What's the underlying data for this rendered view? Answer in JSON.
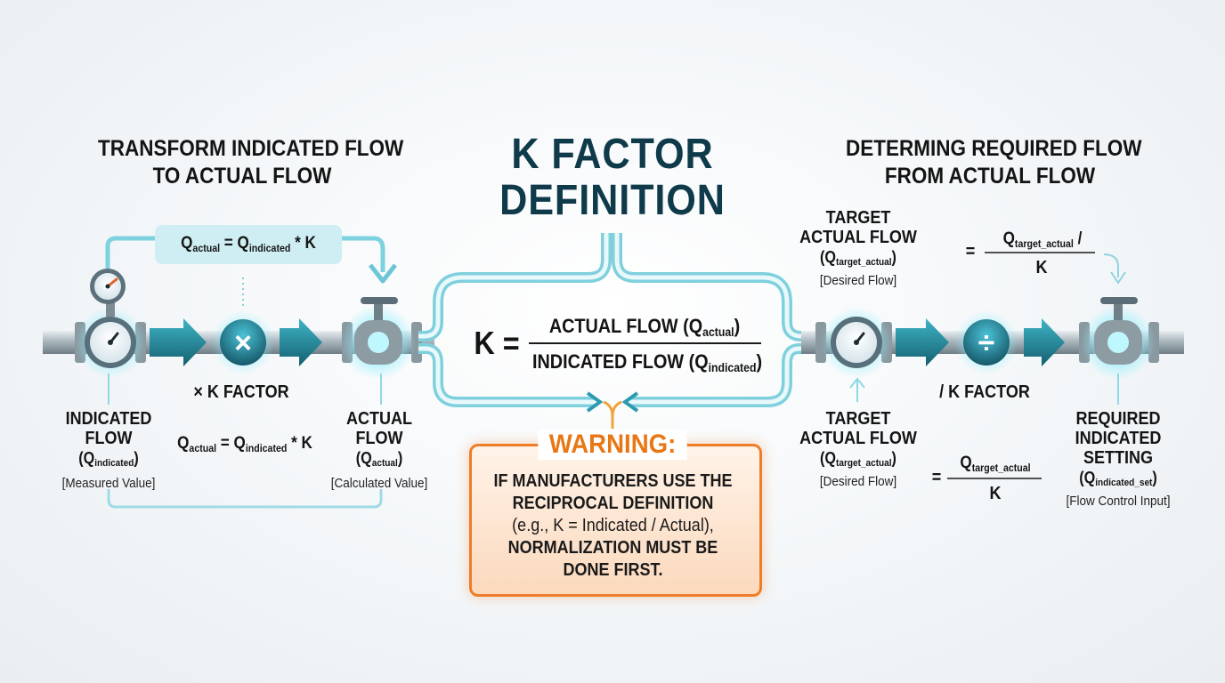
{
  "left": {
    "heading_line1": "TRANSFORM INDICATED FLOW",
    "heading_line2": "TO ACTUAL FLOW",
    "formula_top": {
      "q": "Q",
      "sub_actual": "actual",
      "eq": " = Q",
      "sub_indicated": "indicated",
      "tail": " * K"
    },
    "formula_mid": {
      "q": "Q",
      "sub_actual": "actual",
      "eq": " = Q",
      "sub_indicated": "indicated",
      "tail": " * K"
    },
    "operator_label": "× K FACTOR",
    "indicated": {
      "line1": "INDICATED",
      "line2": "FLOW",
      "sym_q": "(Q",
      "sym_sub": "indicated",
      "sym_close": ")",
      "note": "[Measured Value]"
    },
    "actual": {
      "line1": "ACTUAL",
      "line2": "FLOW",
      "sym_q": "(Q",
      "sym_sub": "actual",
      "sym_close": ")",
      "note": "[Calculated Value]"
    }
  },
  "center": {
    "title_line1": "K FACTOR",
    "title_line2": "DEFINITION",
    "k_symbol": "K =",
    "numerator": {
      "text": "ACTUAL FLOW (Q",
      "sub": "actual",
      "close": ")"
    },
    "denominator": {
      "text": "INDICATED FLOW (Q",
      "sub": "indicated",
      "close": ")"
    },
    "warning_title": "WARNING:",
    "warning_lines": [
      "IF MANUFACTURERS USE THE",
      "RECIPROCAL DEFINITION",
      "(e.g., K = Indicated / Actual),",
      "NORMALIZATION MUST BE",
      "DONE FIRST."
    ]
  },
  "right": {
    "heading_line1": "DETERMING REQUIRED FLOW",
    "heading_line2": "FROM  ACTUAL FLOW",
    "target_top": {
      "line1": "TARGET",
      "line2": "ACTUAL FLOW",
      "sym_q": "(Q",
      "sym_sub": "target_actual",
      "sym_close": ")",
      "note": "[Desired Flow]"
    },
    "target_bottom": {
      "line1": "TARGET",
      "line2": "ACTUAL FLOW",
      "sym_q": "(Q",
      "sym_sub": "target_actual",
      "sym_close": ")",
      "note": "[Desired Flow]"
    },
    "formula_top": {
      "eq": "=",
      "q": "Q",
      "sub": "target_actual",
      "slash": " /",
      "den": "K"
    },
    "formula_bottom": {
      "eq": "=",
      "q": "Q",
      "sub": "target_actual",
      "den": "K"
    },
    "operator_label": "/ K FACTOR",
    "required": {
      "line1": "REQUIRED",
      "line2": "INDICATED",
      "line3": "SETTING",
      "sym_q": "(Q",
      "sym_sub": "indicated_set",
      "sym_close": ")",
      "note": "[Flow Control Input]"
    }
  },
  "icons": {
    "multiply": "×",
    "divide": "÷"
  },
  "colors": {
    "teal_dark": "#1e6f80",
    "teal": "#2f9fb3",
    "teal_light": "#8fd8e6",
    "title": "#0f3a4a",
    "warning": "#e87716"
  }
}
